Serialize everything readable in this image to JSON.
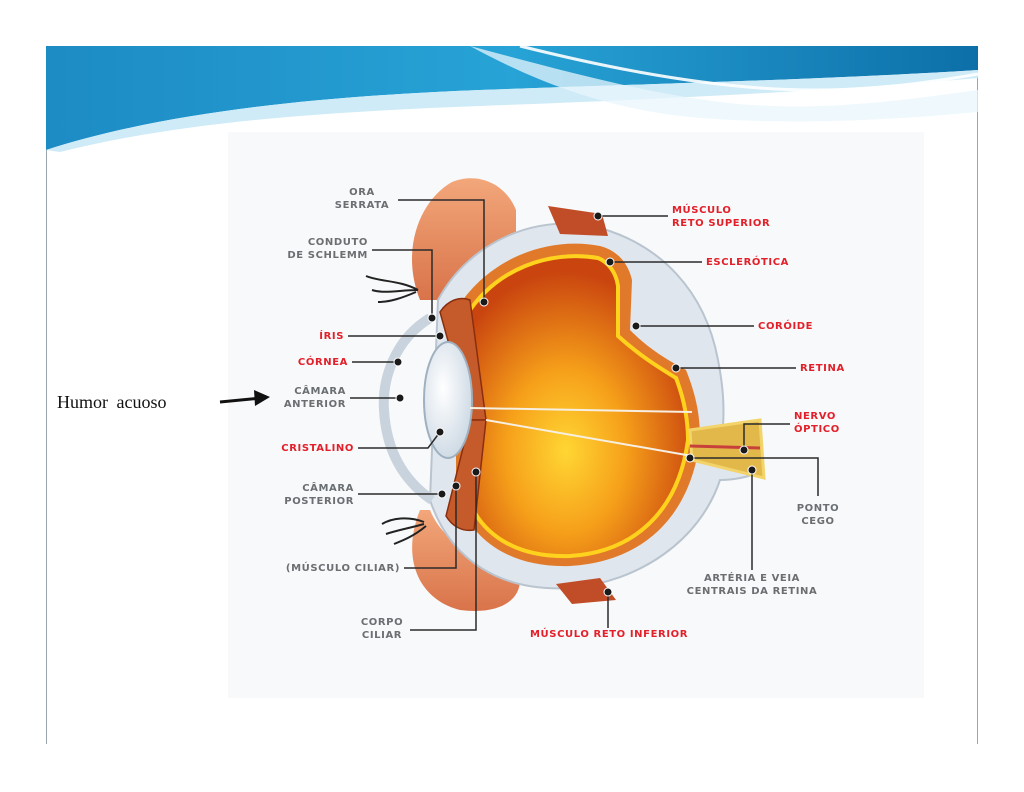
{
  "annotation": {
    "text": "Humor  acuoso",
    "arrow": "arrow-right-icon"
  },
  "diagram": {
    "labels": {
      "ora_serrata": "ORA\nSERRATA",
      "conduto_schlemm": "CONDUTO\nDE SCHLEMM",
      "iris": "ÍRIS",
      "cornea": "CÓRNEA",
      "camara_anterior": "CÂMARA\nANTERIOR",
      "cristalino": "CRISTALINO",
      "camara_posterior": "CÂMARA\nPOSTERIOR",
      "musculo_ciliar": "(MÚSCULO CILIAR)",
      "corpo_ciliar": "CORPO\nCILIAR",
      "musculo_reto_superior": "MÚSCULO\nRETO SUPERIOR",
      "esclerotica": "ESCLERÓTICA",
      "coroide": "CORÓIDE",
      "retina": "RETINA",
      "nervo_optico": "NERVO\nÓPTICO",
      "ponto_cego": "PONTO\nCEGO",
      "arteria_veia": "ARTÉRIA E VEIA\nCENTRAIS DA RETINA",
      "musculo_reto_inferior": "MÚSCULO RETO INFERIOR"
    },
    "colors": {
      "red_label": "#e3202a",
      "gray_label": "#6b6f72",
      "banner": "#1f8fc6"
    }
  }
}
